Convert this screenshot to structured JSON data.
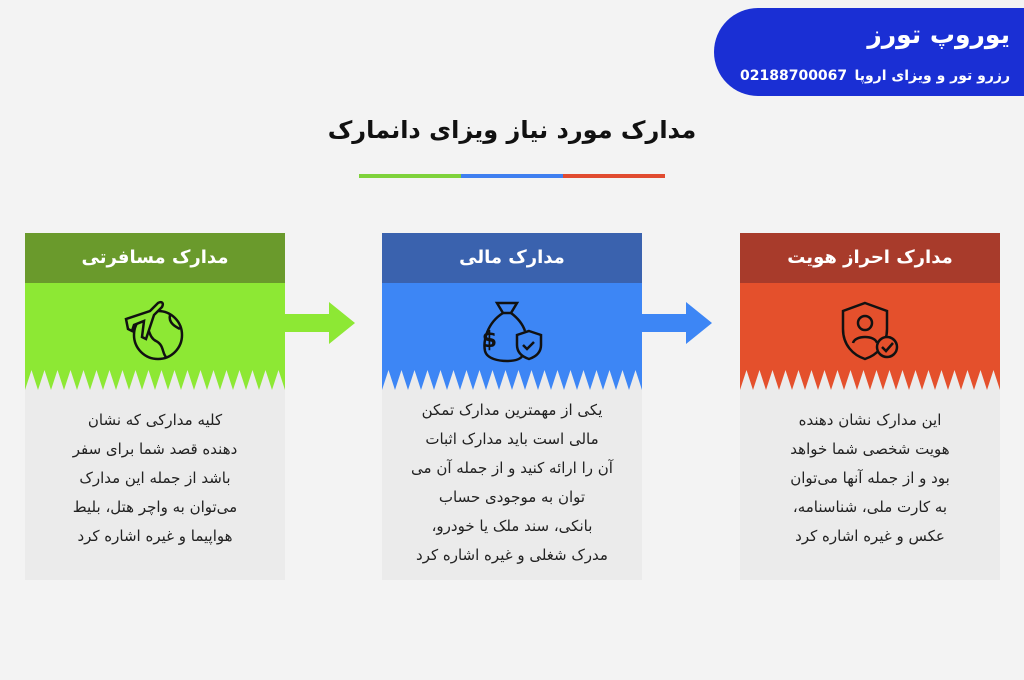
{
  "brand": {
    "name": "یوروپ تورز",
    "tagline": "رزرو تور و ویزای اروپا",
    "phone": "02188700067",
    "color": "#1a2fd4"
  },
  "title": "مدارک مورد نیاز ویزای دانمارک",
  "underline_colors": [
    "#7ed23b",
    "#3f7ff0",
    "#e14b30"
  ],
  "cards": [
    {
      "title": "مدارک احراز هویت",
      "icon": "identity-shield-check-icon",
      "header_color": "#a83b2b",
      "accent_color": "#e4502c",
      "lines": [
        "این مدارک نشان دهنده",
        "هویت شخصی شما خواهد",
        "بود و از جمله آنها می‌توان",
        "به کارت ملی، شناسنامه،",
        "عکس و غیره اشاره کرد"
      ]
    },
    {
      "title": "مدارک مالی",
      "icon": "money-bag-shield-icon",
      "header_color": "#3a62ae",
      "accent_color": "#3d86f5",
      "lines": [
        "یکی از مهمترین مدارک تمکن",
        "مالی است باید مدارک اثبات",
        "آن را ارائه کنید و از جمله آن می",
        "توان به موجودی حساب",
        "بانکی، سند ملک یا خودرو،",
        "مدرک شغلی و غیره اشاره کرد"
      ]
    },
    {
      "title": "مدارک مسافرتی",
      "icon": "airplane-globe-icon",
      "header_color": "#6a9a2c",
      "accent_color": "#8de834",
      "lines": [
        "کلیه مدارکی که نشان",
        "دهنده قصد شما برای سفر",
        "باشد از جمله این مدارک",
        "می‌توان به واچر هتل، بلیط",
        "هواپیما و غیره اشاره کرد"
      ]
    }
  ]
}
